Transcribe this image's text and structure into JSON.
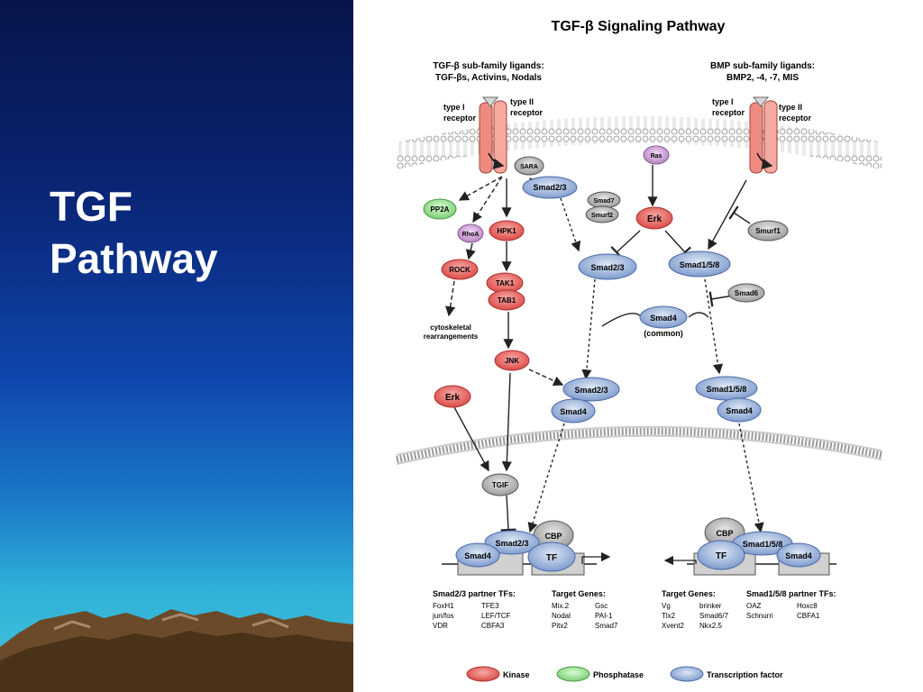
{
  "slide": {
    "title": "TGF\nPathway"
  },
  "diagram": {
    "title": "TGF-β  Signaling Pathway",
    "tgf_ligands_line1": "TGF-β sub-family ligands:",
    "tgf_ligands_line2": "TGF-βs, Activins, Nodals",
    "bmp_ligands_line1": "BMP sub-family ligands:",
    "bmp_ligands_line2": "BMP2, -4, -7, MIS",
    "type1": "type I",
    "type2": "type II",
    "receptor": "receptor",
    "nodes": {
      "sara": "SARA",
      "smad23_top": "Smad2/3",
      "pp2a": "PP2A",
      "smad7": "Smad7",
      "smurf2": "Smurf2",
      "ras": "Ras",
      "rhoa": "RhoA",
      "hpk1": "HPK1",
      "erk_mid": "Erk",
      "smurf1": "Smurf1",
      "rock": "ROCK",
      "smad23_mid": "Smad2/3",
      "smad158_mid": "Smad1/5/8",
      "tak1": "TAK1",
      "tab1": "TAB1",
      "smad6": "Smad6",
      "smad4_common": "Smad4",
      "jnk": "JNK",
      "smad23_low": "Smad2/3",
      "smad4_low_left": "Smad4",
      "smad158_low": "Smad1/5/8",
      "smad4_low_right": "Smad4",
      "erk_left": "Erk",
      "tgif": "TGIF",
      "cbp_left": "CBP",
      "smad23_nuc": "Smad2/3",
      "smad4_nuc_left": "Smad4",
      "tf_left": "TF",
      "cbp_right": "CBP",
      "smad158_nuc": "Smad1/5/8",
      "tf_right": "TF",
      "smad4_nuc_right": "Smad4"
    },
    "common_label": "(common)",
    "cyto_line1": "cytoskeletal",
    "cyto_line2": "rearrangements",
    "left_tfs": {
      "header": "Smad2/3 partner TFs:",
      "col1": [
        "FoxH1",
        "jun/fos",
        "VDR"
      ],
      "col2": [
        "TFE3",
        "LEF/TCF",
        "CBFA3"
      ]
    },
    "left_genes": {
      "header": "Target Genes:",
      "col1": [
        "Mix.2",
        "Nodal",
        "Pitx2"
      ],
      "col2": [
        "Gsc",
        "PAI-1",
        "Smad7"
      ]
    },
    "right_genes": {
      "header": "Target Genes:",
      "col1": [
        "Vg",
        "Tlx2",
        "Xvent2"
      ],
      "col2": [
        "brinker",
        "Smad6/7",
        "Nkx2.5"
      ]
    },
    "right_tfs": {
      "header": "Smad1/5/8 partner TFs:",
      "col1": [
        "OAZ",
        "Schnurri"
      ],
      "col2": [
        "Hoxc8",
        "CBFA1"
      ]
    },
    "legend": {
      "kinase": "Kinase",
      "phosphatase": "Phosphatase",
      "tf": "Transcription factor"
    },
    "colors": {
      "kinase": "#e2504c",
      "phosphatase": "#8fd08a",
      "tf": "#8eaad6",
      "grey": "#a8a8a8",
      "purple": "#c89ad0",
      "receptor": "#ef8a80"
    }
  }
}
